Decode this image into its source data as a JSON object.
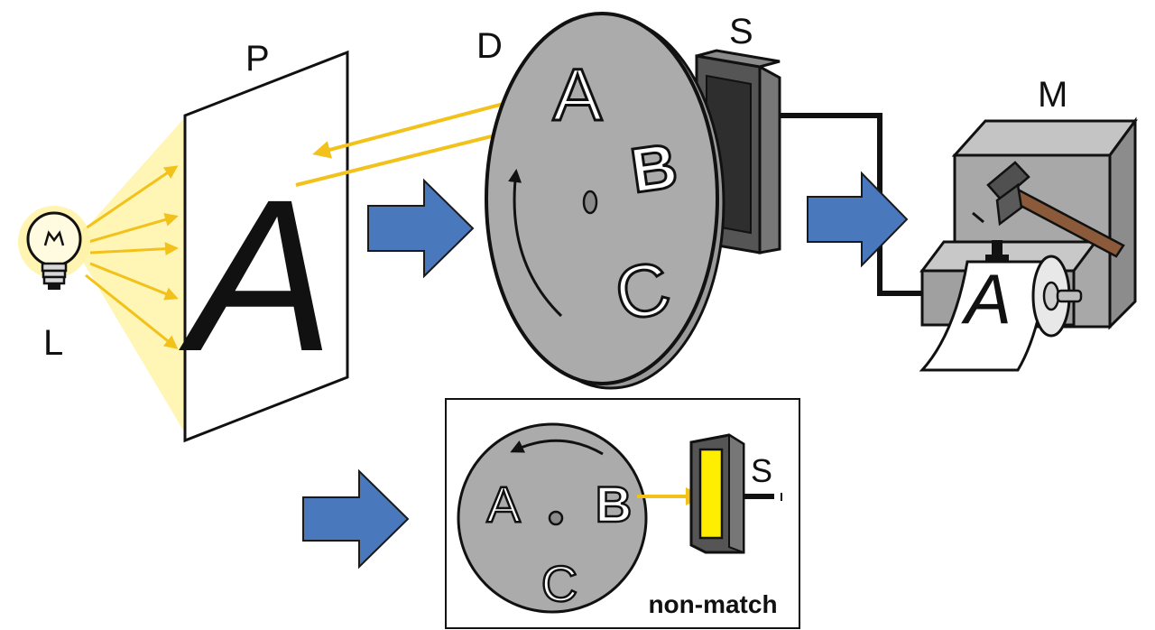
{
  "labels": {
    "lamp": "L",
    "plate": "P",
    "disk": "D",
    "sensor": "S",
    "machine": "M",
    "inset_sensor": "S"
  },
  "plate_letter": "A",
  "disk_letters": [
    "A",
    "B",
    "C"
  ],
  "printed_letter": "A",
  "inset": {
    "letters": [
      "A",
      "B",
      "C"
    ],
    "caption": "non-match"
  },
  "colors": {
    "light_rays": "#f2c21a",
    "light_glow": "#fff3a8",
    "flow_arrow": "#4a78bd",
    "disk": "#a9a9a9",
    "sensor_lit": "#ffee00",
    "hammer_handle": "#8a5a3a"
  }
}
